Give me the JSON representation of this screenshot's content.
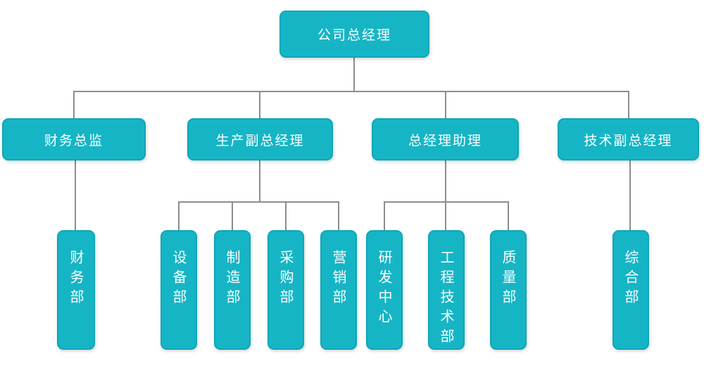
{
  "diagram": {
    "type": "org-chart",
    "root": {
      "label": "公司总经理"
    },
    "level2": [
      {
        "label": "财务总监"
      },
      {
        "label": "生产副总经理"
      },
      {
        "label": "总经理助理"
      },
      {
        "label": "技术副总经理"
      }
    ],
    "level3": [
      {
        "label": "财务部",
        "parent": "财务总监"
      },
      {
        "label": "设备部",
        "parent": "生产副总经理"
      },
      {
        "label": "制造部",
        "parent": "生产副总经理"
      },
      {
        "label": "采购部",
        "parent": "生产副总经理"
      },
      {
        "label": "营销部",
        "parent": "生产副总经理"
      },
      {
        "label": "研发中心",
        "parent": "总经理助理"
      },
      {
        "label": "工程技术部",
        "parent": "总经理助理"
      },
      {
        "label": "质量部",
        "parent": "总经理助理"
      },
      {
        "label": "综合部",
        "parent": "技术副总经理"
      }
    ],
    "colors": {
      "node_fill": "#16b5c5",
      "node_border": "#0ca7b8",
      "connector": "#8d8d8d",
      "text": "#ffffff",
      "background": "#ffffff"
    }
  }
}
